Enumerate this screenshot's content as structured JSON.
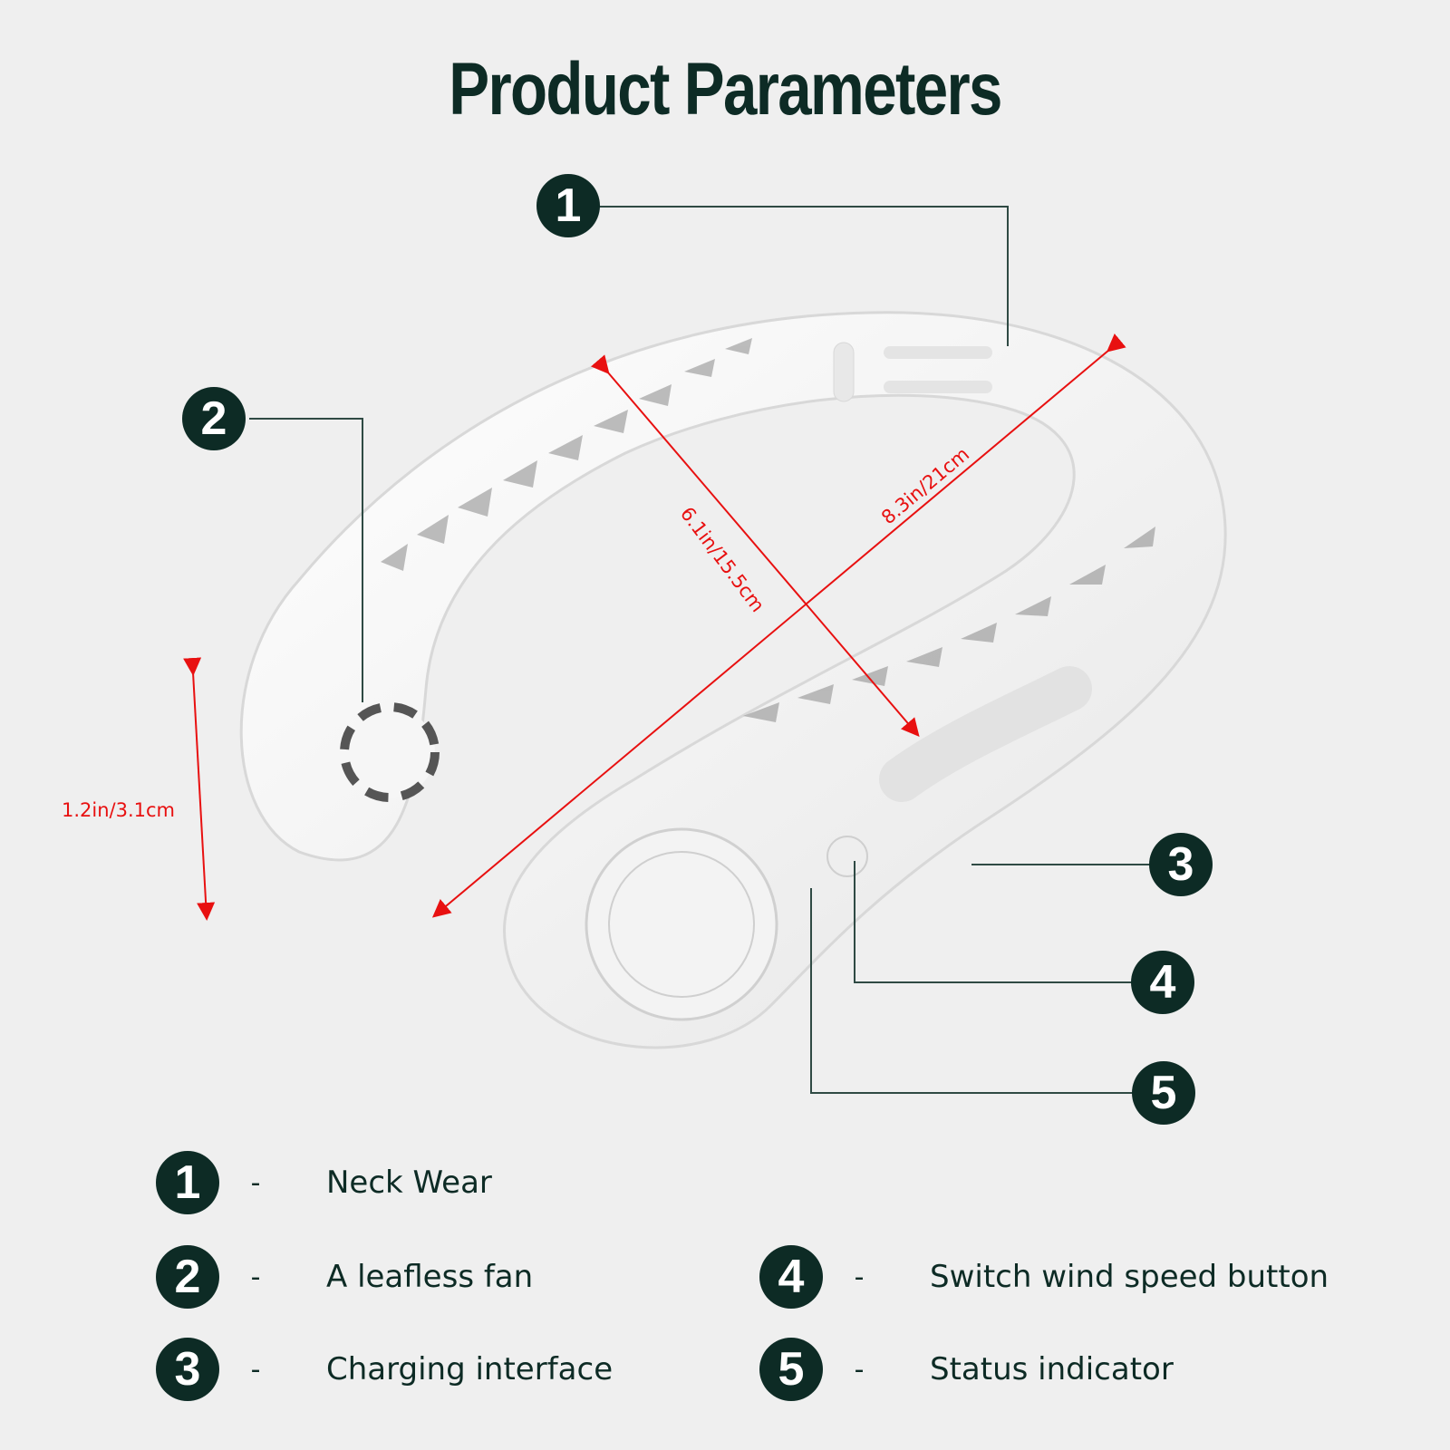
{
  "title": "Product Parameters",
  "callouts": [
    "1",
    "2",
    "3",
    "4",
    "5"
  ],
  "dimensions": {
    "depth": "6.1in/15.5cm",
    "width": "8.3in/21cm",
    "height": "1.2in/3.1cm"
  },
  "legend": [
    {
      "number": "1",
      "dash": "-",
      "label": "Neck Wear"
    },
    {
      "number": "2",
      "dash": "-",
      "label": "A leafless fan"
    },
    {
      "number": "3",
      "dash": "-",
      "label": "Charging interface"
    },
    {
      "number": "4",
      "dash": "-",
      "label": "Switch wind speed button"
    },
    {
      "number": "5",
      "dash": "-",
      "label": "Status indicator"
    }
  ],
  "colors": {
    "background": "#efefef",
    "dark": "#0d2b25",
    "dimension": "#e81010"
  }
}
